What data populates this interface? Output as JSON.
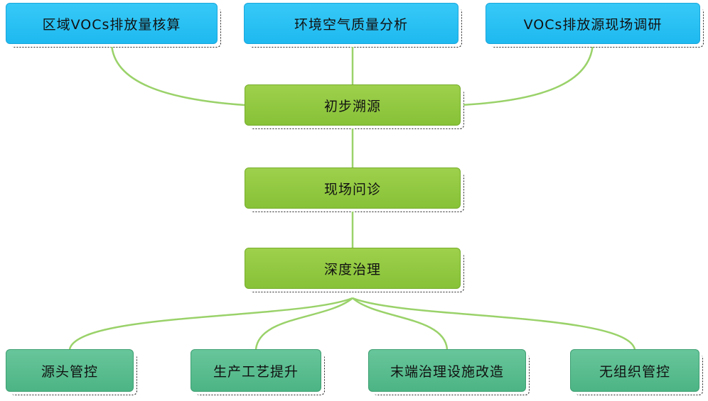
{
  "top_sources": [
    {
      "label": "区域VOCs排放量核算",
      "color": "#27bff3"
    },
    {
      "label": "环境空气质量分析",
      "color": "#27bff3"
    },
    {
      "label": "VOCs排放源现场调研",
      "color": "#27bff3"
    }
  ],
  "main_flow": [
    {
      "label": "初步溯源",
      "color": "#8dc63f"
    },
    {
      "label": "现场问诊",
      "color": "#8dc63f"
    },
    {
      "label": "深度治理",
      "color": "#8dc63f"
    }
  ],
  "outcomes": [
    {
      "label": "源头管控",
      "color": "#55ba8c"
    },
    {
      "label": "生产工艺提升",
      "color": "#55ba8c"
    },
    {
      "label": "末端治理设施改造",
      "color": "#55ba8c"
    },
    {
      "label": "无组织管控",
      "color": "#55ba8c"
    }
  ],
  "connector_color": "#9ad26a"
}
